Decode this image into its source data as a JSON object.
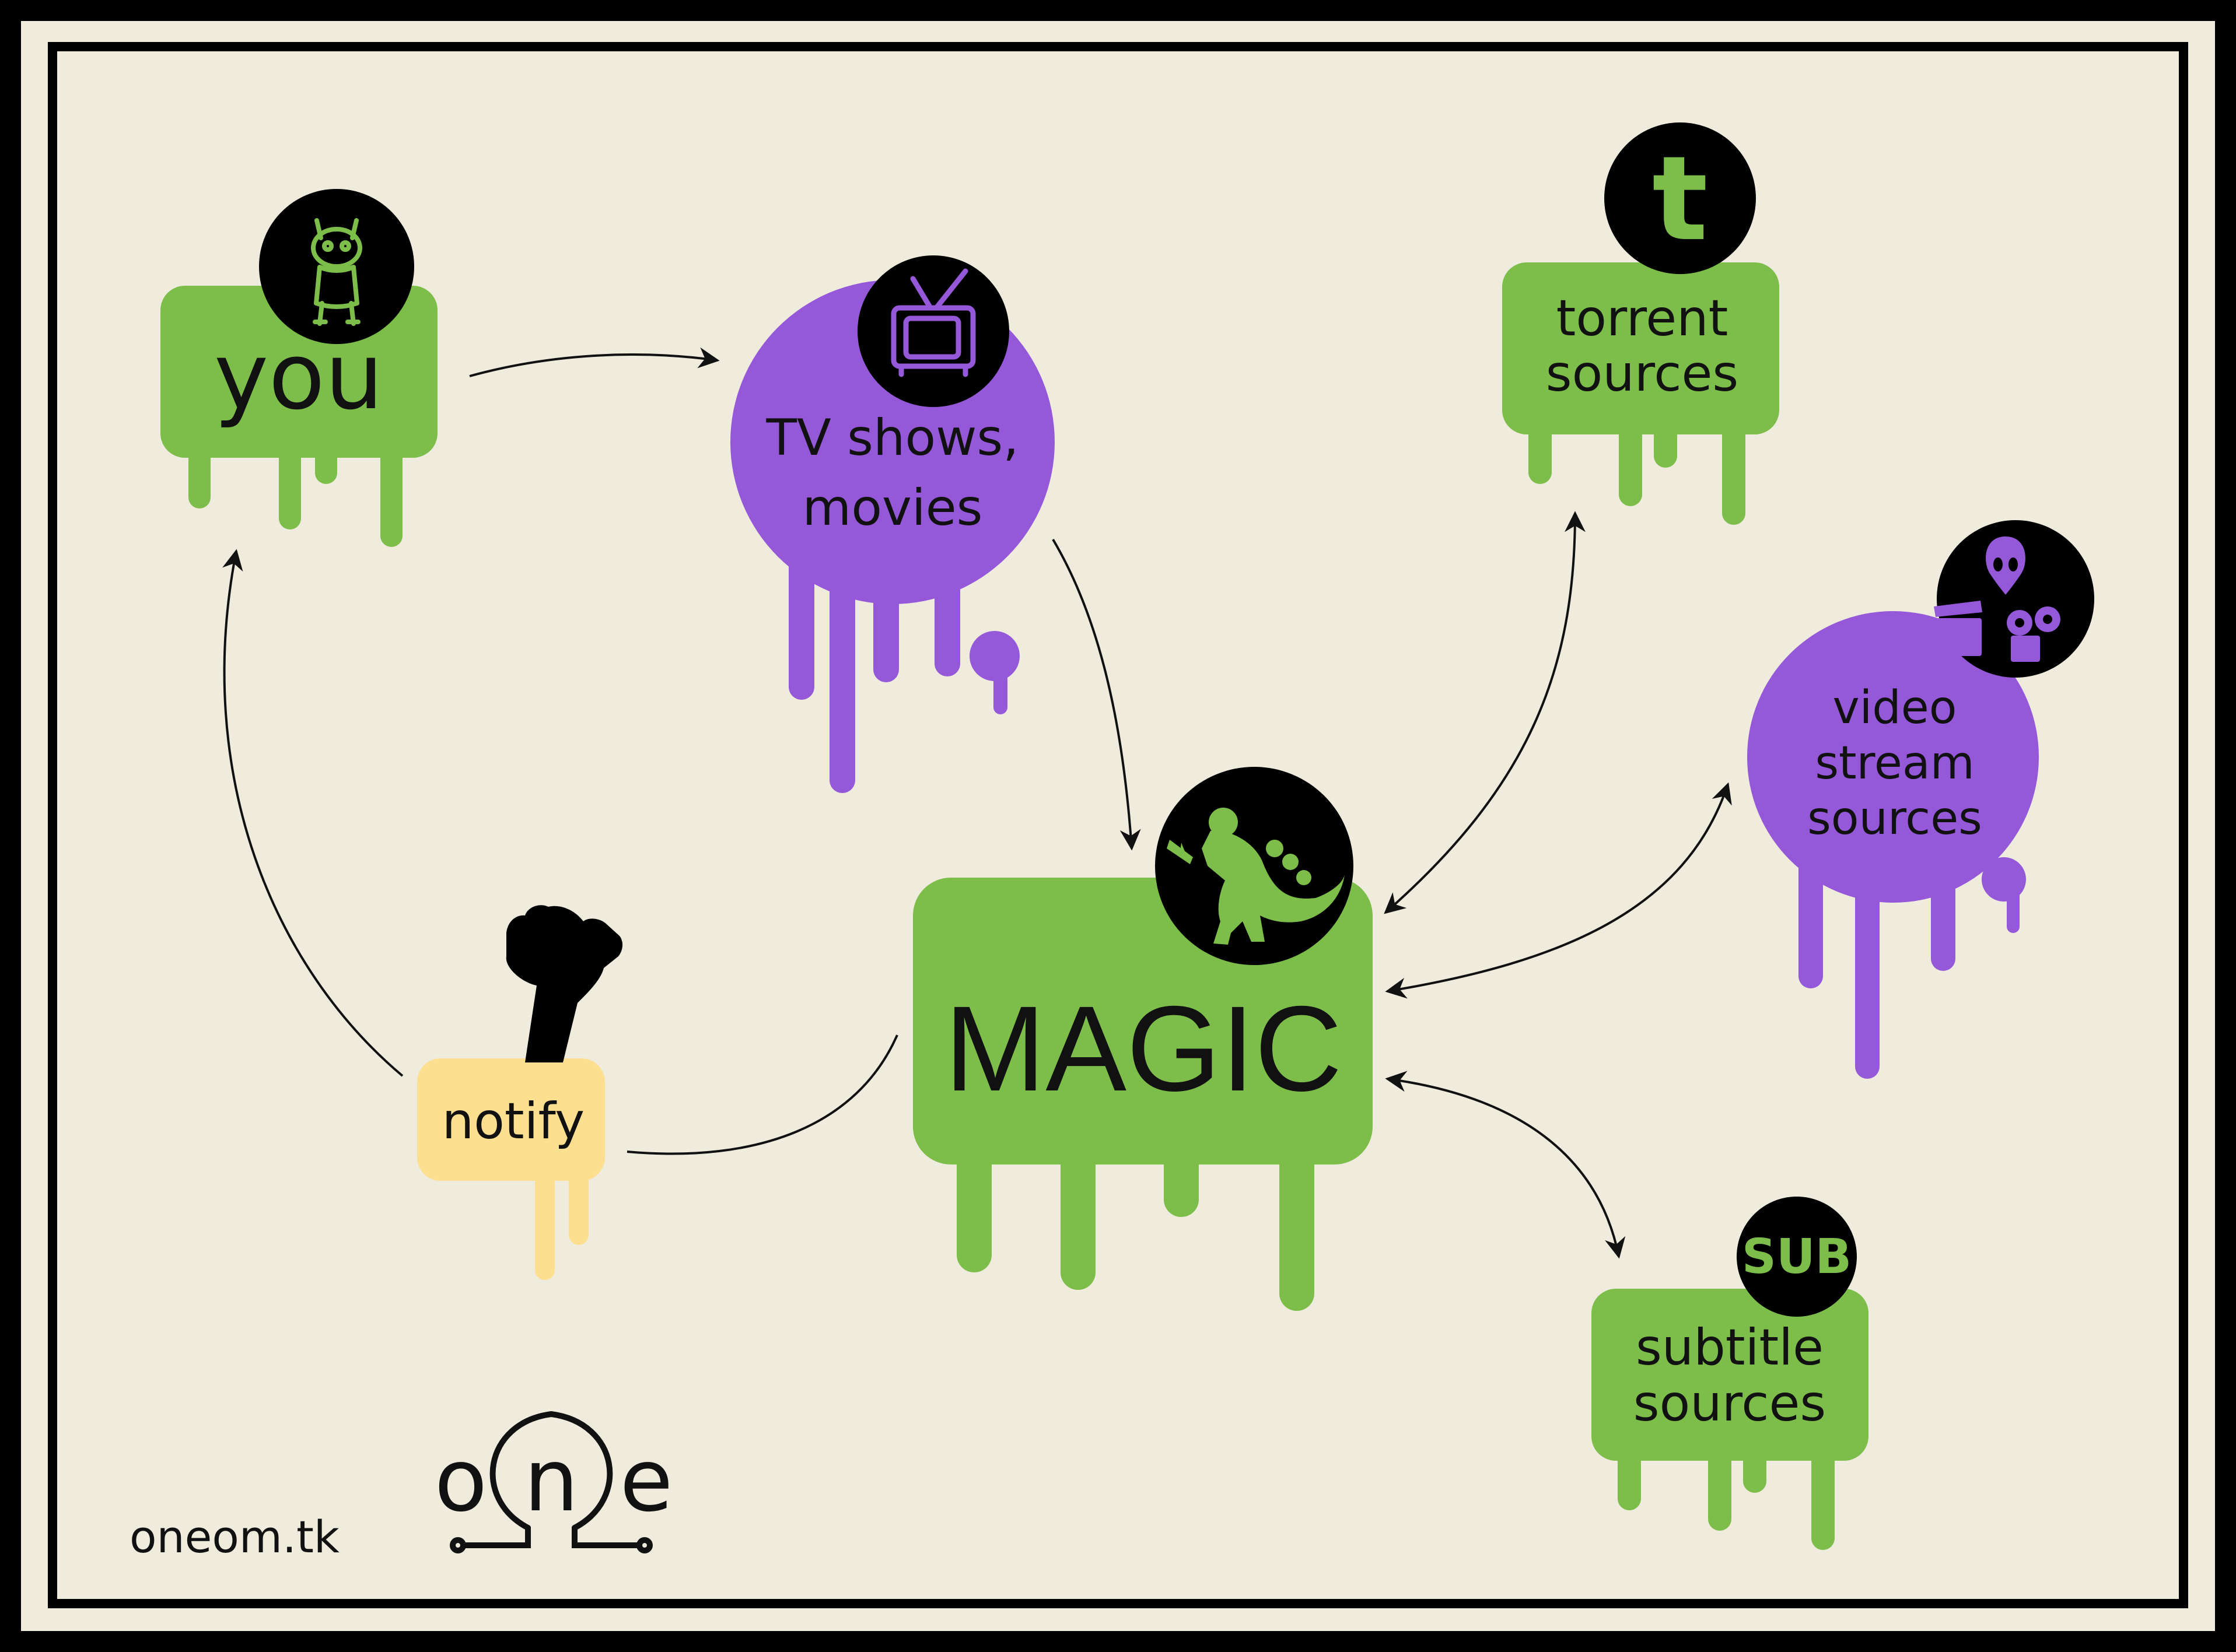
{
  "colors": {
    "background": "#efebdd",
    "frame": "#000000",
    "green": "#7dbd49",
    "purple": "#9458d9",
    "yellow": "#fde08f",
    "icon_bg": "#000000",
    "text": "#111111"
  },
  "nodes": {
    "you": {
      "label": "you",
      "icon": "creature-icon"
    },
    "tv": {
      "line1": "TV shows,",
      "line2": "movies",
      "icon": "tv-icon"
    },
    "torrent": {
      "line1": "torrent",
      "line2": "sources",
      "icon": "letter-t-icon",
      "icon_text": "t"
    },
    "video": {
      "line1": "video",
      "line2": "stream",
      "line3": "sources",
      "icon": "alien-film-icon"
    },
    "magic": {
      "label": "MAGIC",
      "icon": "monster-icon"
    },
    "subtitle": {
      "line1": "subtitle",
      "line2": "sources",
      "icon": "sub-badge-icon",
      "icon_text": "SUB"
    },
    "notify": {
      "label": "notify",
      "icon": "raised-fist-icon"
    }
  },
  "edges": [
    {
      "from": "you",
      "to": "tv",
      "direction": "one-way"
    },
    {
      "from": "tv",
      "to": "magic",
      "direction": "one-way"
    },
    {
      "from": "magic",
      "to": "notify",
      "direction": "one-way"
    },
    {
      "from": "notify",
      "to": "you",
      "direction": "one-way"
    },
    {
      "from": "magic",
      "to": "torrent",
      "direction": "two-way"
    },
    {
      "from": "magic",
      "to": "video",
      "direction": "two-way"
    },
    {
      "from": "magic",
      "to": "subtitle",
      "direction": "two-way"
    }
  ],
  "footer": {
    "website": "oneom.tk",
    "logo_letters": [
      "o",
      "n",
      "e"
    ]
  }
}
